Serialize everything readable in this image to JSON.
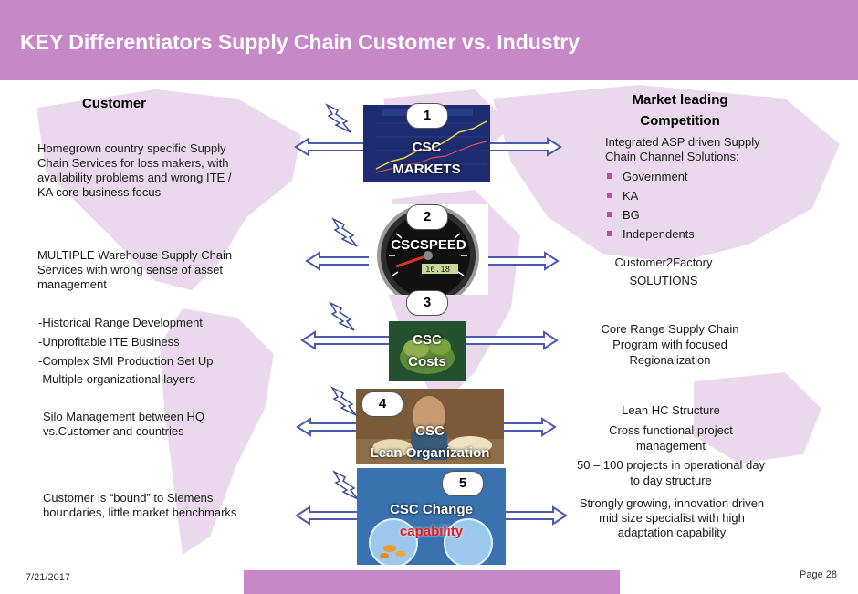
{
  "title": "KEY Differentiators Supply Chain Customer vs. Industry",
  "left_header": "Customer",
  "right_header": "Market leading Competition",
  "left_items": [
    "Homegrown country specific Supply Chain Services for loss makers, with availability problems and wrong ITE / KA core business focus",
    "MULTIPLE Warehouse Supply Chain Services with wrong sense of asset management",
    "-Historical Range Development",
    "-Unprofitable ITE Business",
    "-Complex SMI Production Set Up",
    "-Multiple organizational layers",
    "Silo Management between HQ vs.Customer and countries",
    "Customer is “bound” to Siemens boundaries, little market benchmarks"
  ],
  "right_intro": "Integrated ASP driven Supply Chain Channel Solutions:",
  "right_bullets": [
    "Government",
    "KA",
    "BG",
    "Independents"
  ],
  "right_items": [
    "Customer2Factory SOLUTIONS",
    "Core Range Supply Chain Program with focused Regionalization",
    "Lean HC Structure",
    "Cross functional project management",
    "50 – 100 projects in operational day to day structure",
    "Strongly growing, innovation driven mid size specialist with high adaptation capability"
  ],
  "pillars": [
    {
      "number": "1",
      "label_line1": "CSC",
      "label_line2": "MARKETS"
    },
    {
      "number": "2",
      "label_line1": "CSCSPEED",
      "label_line2": ""
    },
    {
      "number": "3",
      "label_line1": "CSC",
      "label_line2": "Costs"
    },
    {
      "number": "4",
      "label_line1": "CSC",
      "label_line2": "Lean Organization"
    },
    {
      "number": "5",
      "label_line1": "CSC  Change",
      "label_line2": "capability"
    }
  ],
  "gauge_readout": "16.18",
  "footer": {
    "date": "7/21/2017",
    "page": "Page 28"
  },
  "colors": {
    "accent": "#c788c7",
    "arrow": "#4b5ab0",
    "bolt": "#3a4a9a",
    "bullet": "#b74faa"
  }
}
